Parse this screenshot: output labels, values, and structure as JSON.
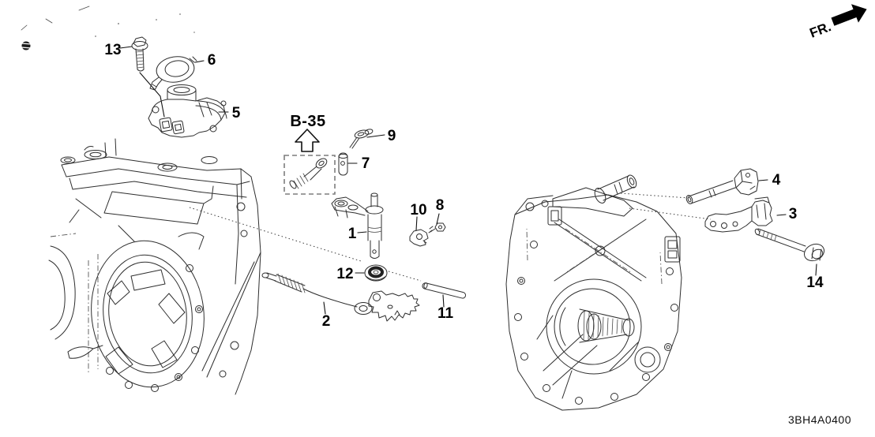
{
  "diagram": {
    "page_code": "3BH4A0400",
    "direction_indicator": "FR.",
    "reference_block": "B-35"
  },
  "colors": {
    "background": "#ffffff",
    "line_ink": "#2e2e2e",
    "label_ink": "#000000"
  },
  "callouts": [
    {
      "label": "1"
    },
    {
      "label": "2"
    },
    {
      "label": "3"
    },
    {
      "label": "4"
    },
    {
      "label": "5"
    },
    {
      "label": "6"
    },
    {
      "label": "7"
    },
    {
      "label": "8"
    },
    {
      "label": "9"
    },
    {
      "label": "10"
    },
    {
      "label": "11"
    },
    {
      "label": "12"
    },
    {
      "label": "13"
    },
    {
      "label": "14"
    }
  ]
}
